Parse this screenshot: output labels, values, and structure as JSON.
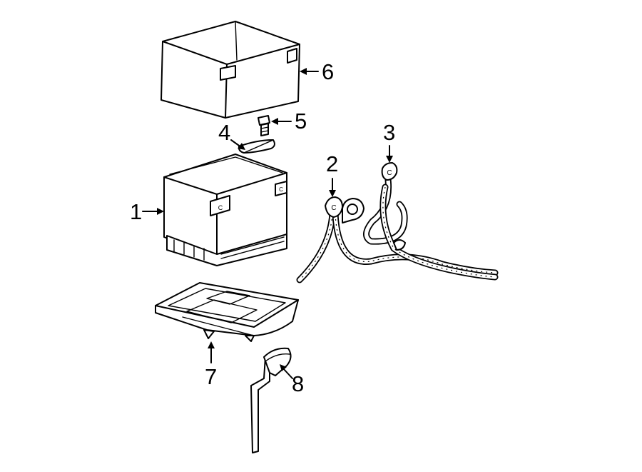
{
  "diagram": {
    "callouts": [
      {
        "id": "c1",
        "label": "1"
      },
      {
        "id": "c2",
        "label": "2"
      },
      {
        "id": "c3",
        "label": "3"
      },
      {
        "id": "c4",
        "label": "4"
      },
      {
        "id": "c5",
        "label": "5"
      },
      {
        "id": "c6",
        "label": "6"
      },
      {
        "id": "c7",
        "label": "7"
      },
      {
        "id": "c8",
        "label": "8"
      }
    ],
    "terminal_marks": {
      "battery_terminal_front": "C",
      "battery_terminal_rear": "C",
      "cable_terminal_2": "C",
      "cable_terminal_3": "C"
    },
    "colors": {
      "ink": "#000000",
      "paper": "#ffffff"
    }
  }
}
